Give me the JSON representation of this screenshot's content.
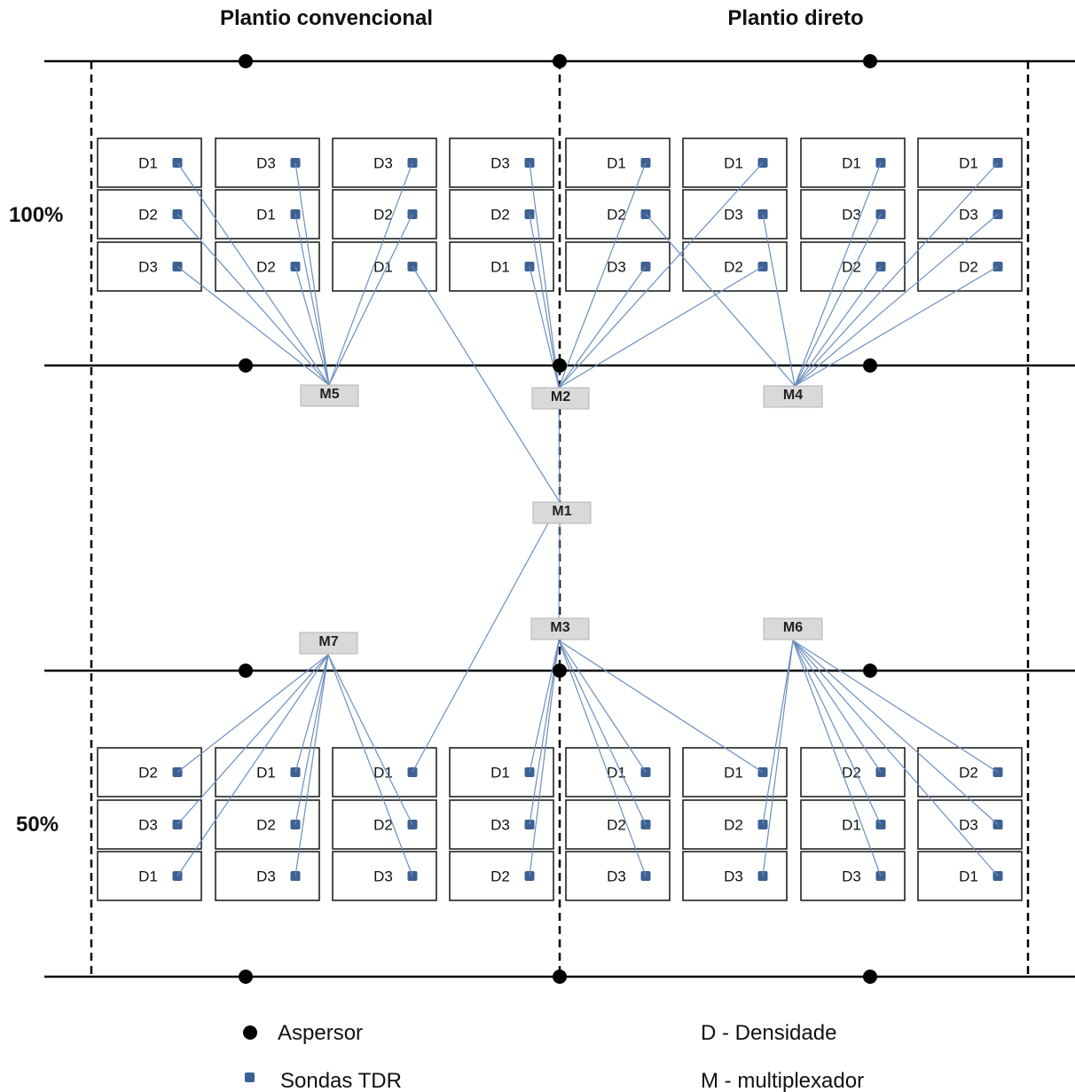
{
  "title_left": "Plantio convencional",
  "title_right": "Plantio direto",
  "row_top_label": "100%",
  "row_bottom_label": "50%",
  "colors": {
    "probe": "#3c6192",
    "wire": "#6d8fbe",
    "multiplexer": "#d9d9d9"
  },
  "top_plots": [
    [
      "D1",
      "D2",
      "D3"
    ],
    [
      "D3",
      "D1",
      "D2"
    ],
    [
      "D3",
      "D2",
      "D1"
    ],
    [
      "D3",
      "D2",
      "D1"
    ],
    [
      "D1",
      "D2",
      "D3"
    ],
    [
      "D1",
      "D3",
      "D2"
    ],
    [
      "D1",
      "D3",
      "D2"
    ],
    [
      "D1",
      "D3",
      "D2"
    ]
  ],
  "bottom_plots": [
    [
      "D2",
      "D3",
      "D1"
    ],
    [
      "D1",
      "D2",
      "D3"
    ],
    [
      "D1",
      "D2",
      "D3"
    ],
    [
      "D1",
      "D3",
      "D2"
    ],
    [
      "D1",
      "D2",
      "D3"
    ],
    [
      "D1",
      "D2",
      "D3"
    ],
    [
      "D2",
      "D1",
      "D3"
    ],
    [
      "D2",
      "D3",
      "D1"
    ]
  ],
  "multiplexers": [
    "M1",
    "M2",
    "M3",
    "M4",
    "M5",
    "M6",
    "M7"
  ],
  "legend": {
    "sprinkler": "Aspersor",
    "probe": "Sondas TDR",
    "density": "D - Densidade",
    "multiplexer": "M - multiplexador"
  }
}
